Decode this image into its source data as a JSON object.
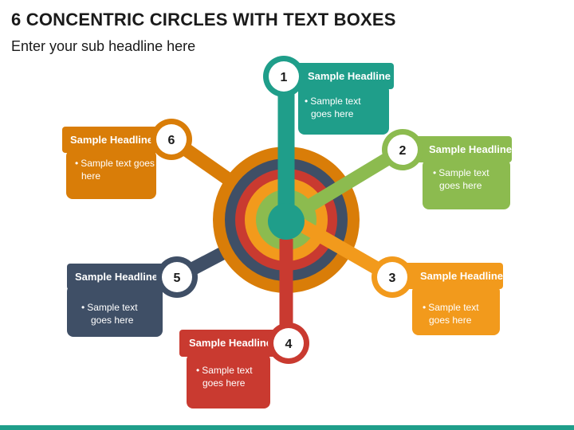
{
  "title": "6 CONCENTRIC CIRCLES WITH TEXT BOXES",
  "subtitle": "Enter your sub headline here",
  "colors": {
    "ring_outer": "#d97d08",
    "ring_2": "#3f4f66",
    "ring_3": "#c93a30",
    "ring_4": "#f29a1c",
    "ring_5": "#8cbb4f",
    "ring_center": "#1f9e8a",
    "bottom_bar": "#1f9e8a"
  },
  "items": [
    {
      "number": "1",
      "headline": "Sample Headline",
      "bullet": "•",
      "text_line1": "Sample text",
      "text_line2": "goes here",
      "color": "#1f9e8a"
    },
    {
      "number": "2",
      "headline": "Sample Headline",
      "bullet": "•",
      "text_line1": "Sample text",
      "text_line2": "goes here",
      "color": "#8cbb4f"
    },
    {
      "number": "3",
      "headline": "Sample Headline",
      "bullet": "•",
      "text_line1": "Sample text",
      "text_line2": "goes here",
      "color": "#f29a1c"
    },
    {
      "number": "4",
      "headline": "Sample Headline",
      "bullet": "•",
      "text_line1": "Sample text",
      "text_line2": "goes here",
      "color": "#c93a30"
    },
    {
      "number": "5",
      "headline": "Sample Headline",
      "bullet": "•",
      "text_line1": "Sample text",
      "text_line2": "goes here",
      "color": "#3f4f66"
    },
    {
      "number": "6",
      "headline": "Sample Headline",
      "bullet": "•",
      "text_line1": "Sample text goes",
      "text_line2": "here",
      "color": "#d97d08"
    }
  ]
}
